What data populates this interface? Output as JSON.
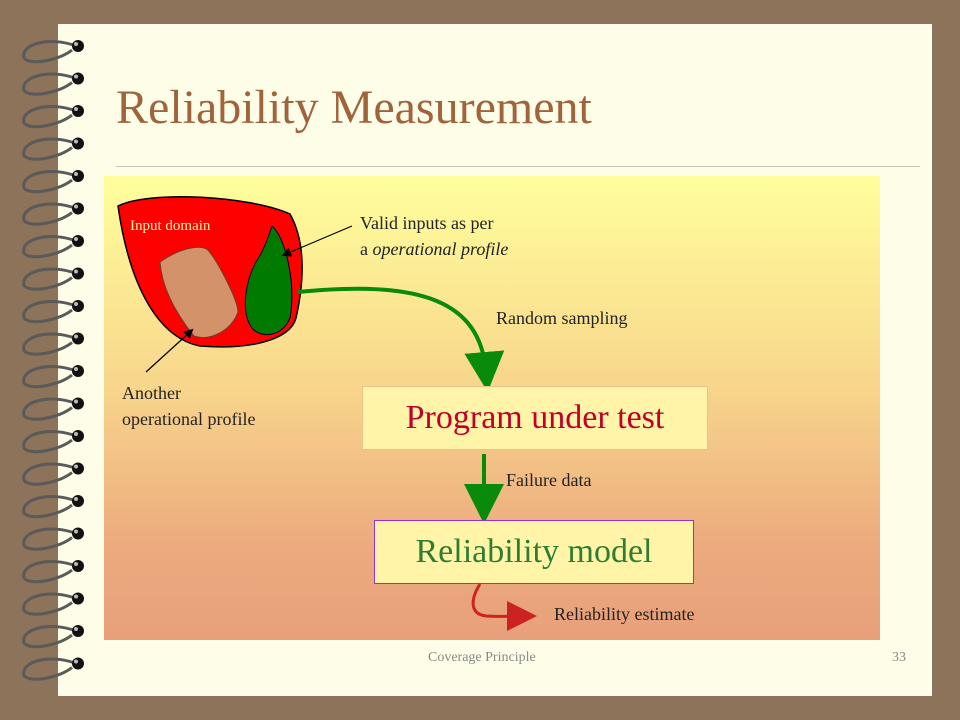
{
  "slide": {
    "title": "Reliability Measurement",
    "footer_left": "Coverage Principle",
    "page_number": "33"
  },
  "diagram": {
    "input_domain_label": "Input domain",
    "valid_inputs_line1": "Valid inputs as per",
    "valid_inputs_line2_a": "a ",
    "valid_inputs_line2_b": "operational profile",
    "another_line1": "Another",
    "another_line2": "operational profile",
    "random_sampling": "Random sampling",
    "program_under_test": "Program under test",
    "failure_data": "Failure data",
    "reliability_model": "Reliability model",
    "reliability_estimate": "Reliability estimate"
  },
  "colors": {
    "title": "#a0643c",
    "program_text": "#c0002a",
    "model_text": "#2e7d32",
    "domain_red": "#ff0000",
    "profile_green": "#007a00",
    "other_profile": "#d4926a",
    "arrow_green": "#0a8a0a",
    "arrow_red": "#cc2222"
  }
}
